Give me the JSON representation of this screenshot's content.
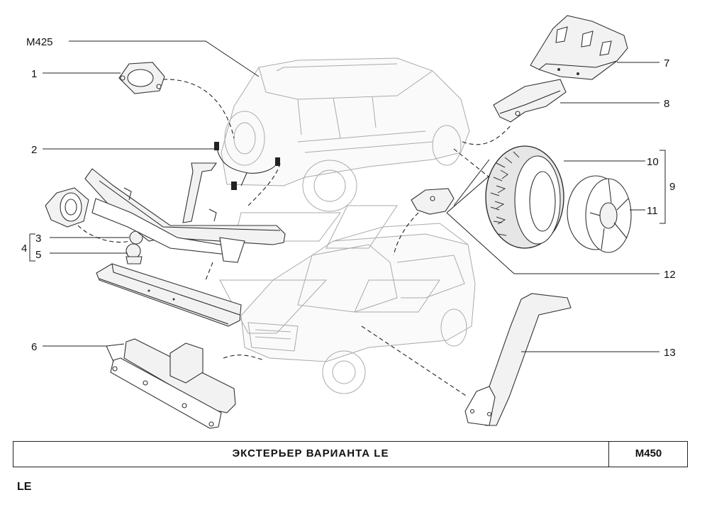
{
  "diagram": {
    "reference_code": "M425",
    "callouts": [
      "1",
      "2",
      "3",
      "4",
      "5",
      "6",
      "7",
      "8",
      "9",
      "10",
      "11",
      "12",
      "13"
    ]
  },
  "title_block": {
    "title": "ЭКСТЕРЬЕР  ВАРИАНТА  LE",
    "sheet_code": "M450"
  },
  "footer": {
    "variant": "LE"
  }
}
